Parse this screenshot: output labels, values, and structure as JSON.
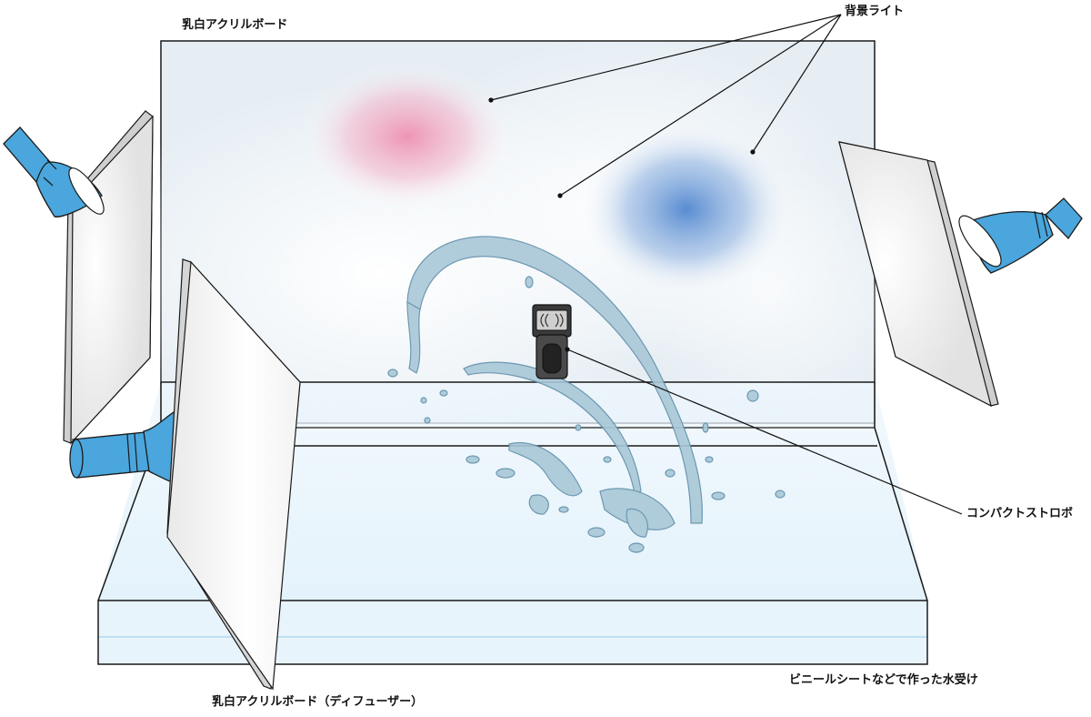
{
  "labels": {
    "backboard": "乳白アクリルボード",
    "background_light": "背景ライト",
    "strobe": "コンパクトストロボ",
    "diffuser": "乳白アクリルボード（ディフューザー）",
    "water_tray": "ビニールシートなどで作った水受け"
  },
  "colors": {
    "background_board": "#e6eef4",
    "pink_light": "#ee8fb0",
    "blue_light": "#4f86cf",
    "lamp": "#4aa6dc",
    "water": "#a9c8d8",
    "tray": "#e4f2fb",
    "outline": "#1a1a1a"
  }
}
